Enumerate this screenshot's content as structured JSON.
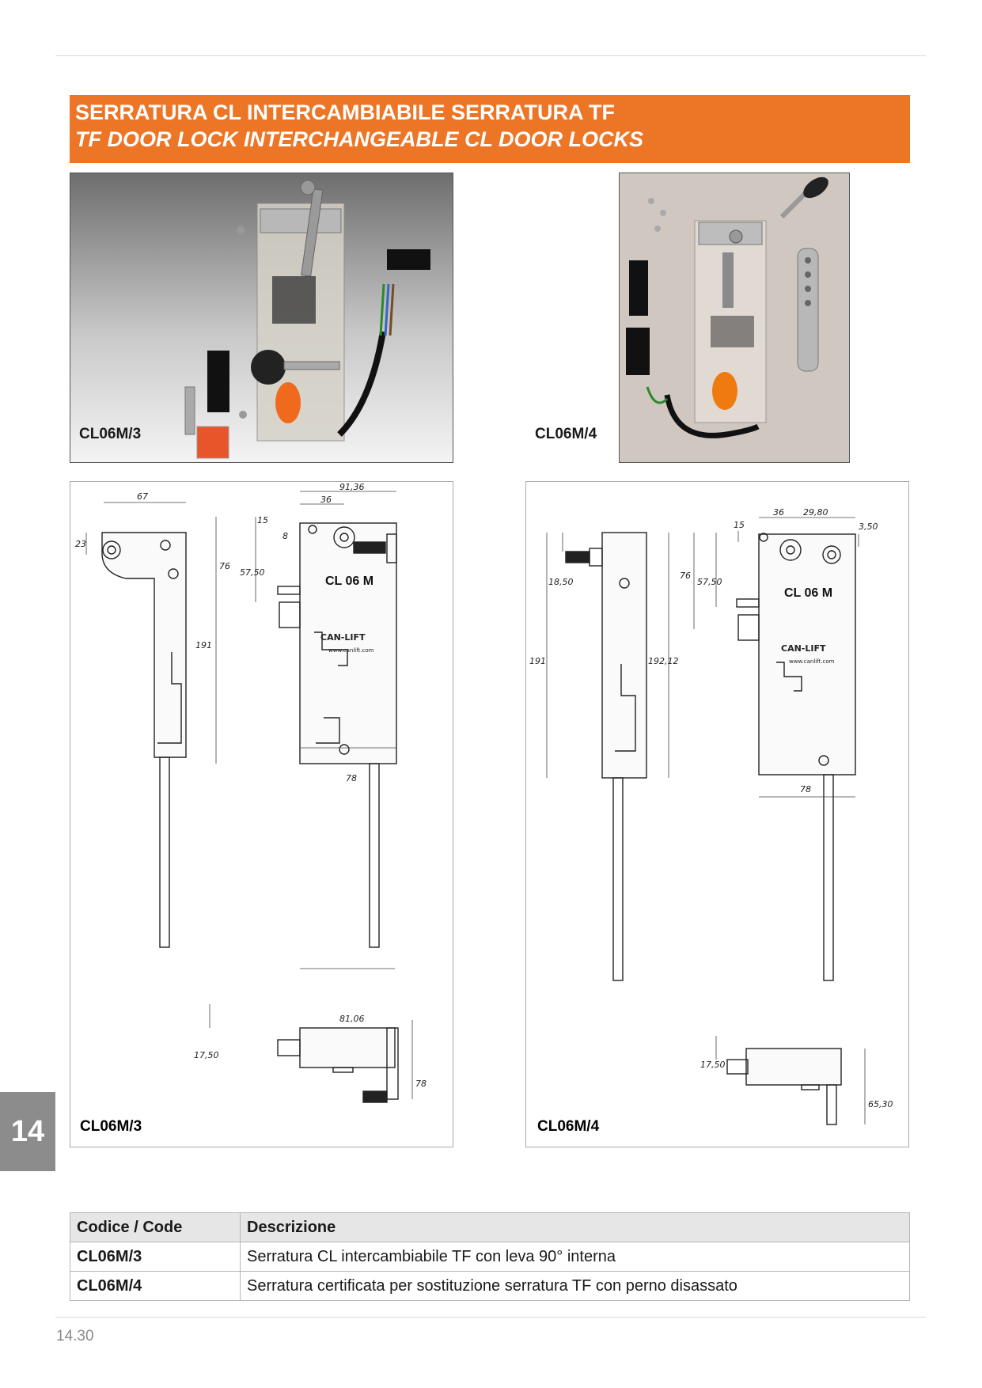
{
  "header": {
    "title_it": "SERRATURA CL INTERCAMBIABILE SERRATURA TF",
    "title_en": "TF DOOR LOCK INTERCHANGEABLE CL DOOR LOCKS"
  },
  "photos": [
    {
      "caption": "CL06M/3"
    },
    {
      "caption": "CL06M/4"
    }
  ],
  "drawings": [
    {
      "caption": "CL06M/3",
      "dims": [
        "91,36",
        "36",
        "67",
        "23",
        "15",
        "8",
        "57,50",
        "76",
        "191",
        "78",
        "81,06",
        "17,50",
        "78"
      ]
    },
    {
      "caption": "CL06M/4",
      "dims": [
        "36",
        "29,80",
        "15",
        "3,50",
        "57,50",
        "76",
        "18,50",
        "191",
        "192,12",
        "78",
        "17,50",
        "65,30"
      ]
    }
  ],
  "label_lines": [
    "CL 06 M",
    "CAN-LIFT",
    "www.canlift.com"
  ],
  "section_tab": "14",
  "table": {
    "headers": [
      "Codice / Code",
      "Descrizione"
    ],
    "rows": [
      {
        "code": "CL06M/3",
        "description": "Serratura CL intercambiabile TF con leva 90° interna"
      },
      {
        "code": "CL06M/4",
        "description": "Serratura certificata per sostituzione serratura TF con perno disassato"
      }
    ]
  },
  "page_number": "14.30",
  "colors": {
    "accent": "#ec7526",
    "tab_gray": "#8c8c8c"
  }
}
